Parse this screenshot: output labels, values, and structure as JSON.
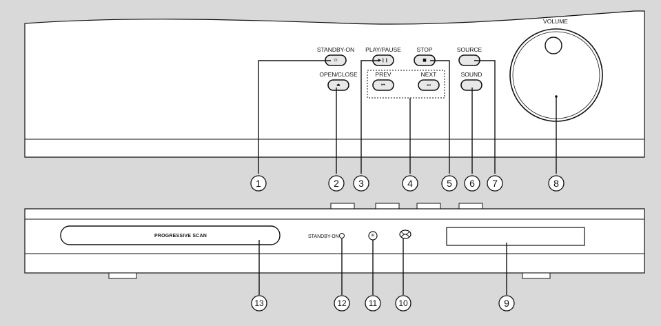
{
  "top_panel": {
    "standby_label": "STANDBY-ON",
    "open_close_label": "OPEN/CLOSE",
    "play_pause_label": "PLAY/PAUSE",
    "stop_label": "STOP",
    "prev_label": "PREV",
    "next_label": "NEXT",
    "source_label": "SOURCE",
    "sound_label": "SOUND",
    "volume_label": "VOLUME"
  },
  "front_panel": {
    "tray_label": "PROGRESSIVE SCAN",
    "standby_label": "STANDBY-ON"
  },
  "glyphs": {
    "standby": "⏻",
    "eject": "⏏",
    "play_pause": "▶❙❙",
    "stop": "■",
    "prev": "⏮",
    "next": "⏭",
    "ir": "IR"
  },
  "callouts": [
    "1",
    "2",
    "3",
    "4",
    "5",
    "6",
    "7",
    "8",
    "9",
    "10",
    "11",
    "12",
    "13"
  ],
  "colors": {
    "background": "#d9d9d9",
    "panel": "#ffffff",
    "ink": "#111111"
  }
}
